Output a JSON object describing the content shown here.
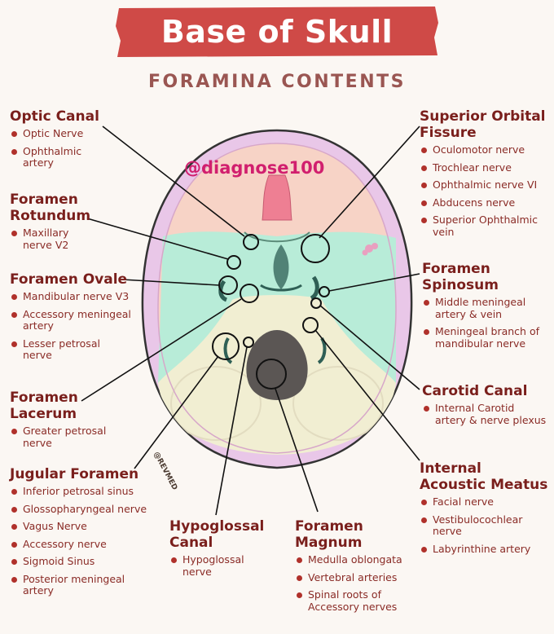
{
  "title": "Base of Skull",
  "subtitle": "FORAMINA CONTENTS",
  "handle": "@diagnose100",
  "watermark": "@REVMED",
  "colors": {
    "banner": "#cf4a47",
    "heading": "#7a1f1c",
    "bullet": "#b0312b",
    "anterior": "#f7d3c6",
    "middle": "#b8ecd8",
    "posterior": "#f1eed2",
    "outline": "#111111",
    "handle": "#d11f6e"
  },
  "left": [
    {
      "heading": "Optic Canal",
      "items": [
        "Optic Nerve",
        "Ophthalmic artery"
      ]
    },
    {
      "heading": "Foramen Rotundum",
      "items": [
        "Maxillary nerve V2"
      ]
    },
    {
      "heading": "Foramen Ovale",
      "items": [
        "Mandibular nerve V3",
        "Accessory meningeal artery",
        "Lesser petrosal nerve"
      ]
    },
    {
      "heading": "Foramen Lacerum",
      "items": [
        "Greater petrosal nerve"
      ]
    },
    {
      "heading": "Jugular Foramen",
      "items": [
        "Inferior petrosal sinus",
        "Glossopharyngeal nerve",
        "Vagus Nerve",
        "Accessory nerve",
        "Sigmoid Sinus",
        "Posterior meningeal artery"
      ]
    }
  ],
  "right": [
    {
      "heading": "Superior Orbital Fissure",
      "items": [
        "Oculomotor nerve",
        "Trochlear nerve",
        "Ophthalmic nerve VI",
        "Abducens nerve",
        "Superior Ophthalmic vein"
      ]
    },
    {
      "heading": "Foramen Spinosum",
      "items": [
        "Middle meningeal artery & vein",
        "Meningeal branch of mandibular nerve"
      ]
    },
    {
      "heading": "Carotid Canal",
      "items": [
        "Internal Carotid artery & nerve plexus"
      ]
    },
    {
      "heading": "Internal Acoustic Meatus",
      "items": [
        "Facial nerve",
        "Vestibulocochlear nerve",
        "Labyrinthine artery"
      ]
    }
  ],
  "bottom": [
    {
      "heading": "Hypoglossal Canal",
      "items": [
        "Hypoglossal nerve"
      ]
    },
    {
      "heading": "Foramen Magnum",
      "items": [
        "Medulla oblongata",
        "Vertebral arteries",
        "Spinal roots of Accessory nerves"
      ]
    }
  ]
}
